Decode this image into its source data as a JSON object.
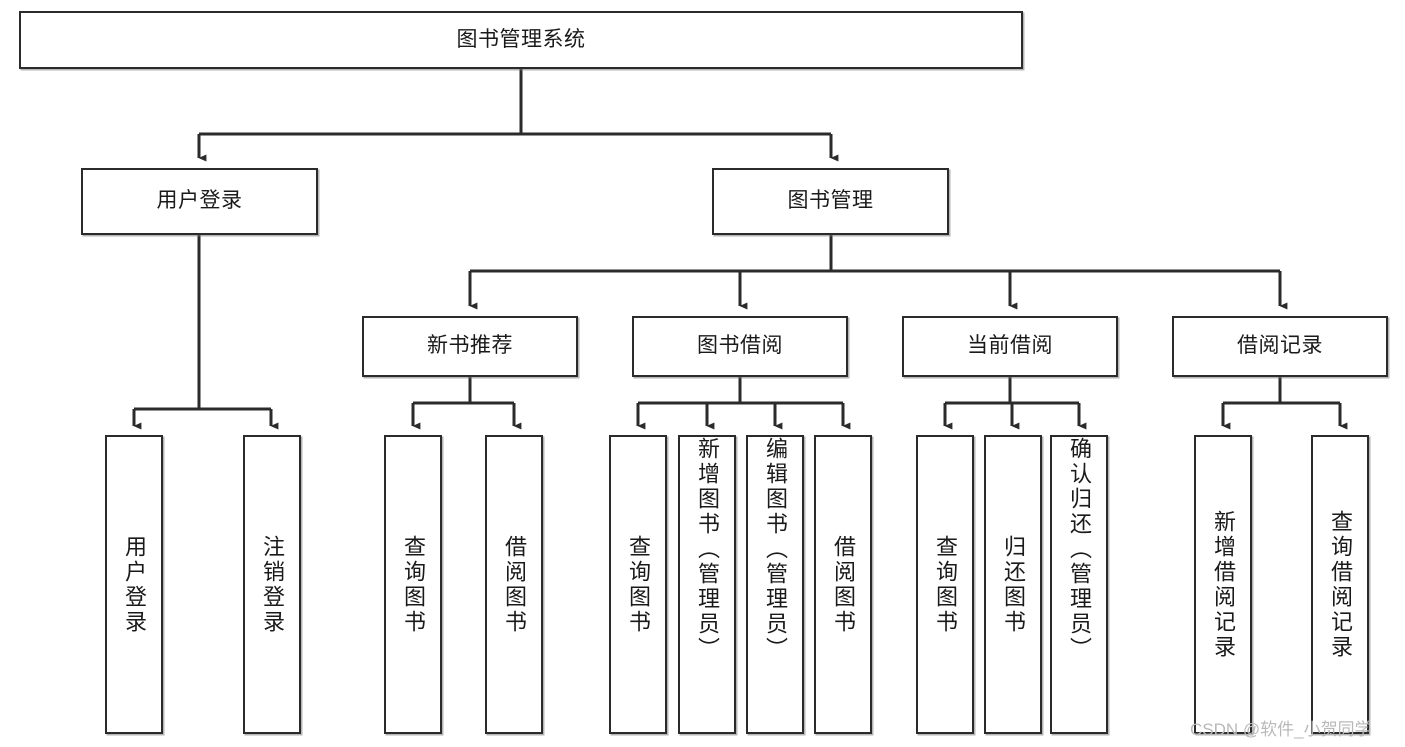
{
  "diagram": {
    "type": "tree",
    "title": "图书管理系统",
    "watermark": "CSDN @软件_小贺同学",
    "colors": {
      "box_border": "#2b2b2b",
      "box_fill": "#ffffff",
      "connector": "#2b2b2b",
      "text": "#1a1a1a",
      "watermark": "#b9b9b9"
    },
    "nodes": {
      "root": {
        "label": "图书管理系统",
        "level": 1,
        "orientation": "horizontal"
      },
      "user_login": {
        "label": "用户登录",
        "level": 2,
        "orientation": "horizontal"
      },
      "book_mgmt": {
        "label": "图书管理",
        "level": 2,
        "orientation": "horizontal"
      },
      "new_book_rec": {
        "label": "新书推荐",
        "level": 3,
        "orientation": "horizontal"
      },
      "book_borrow": {
        "label": "图书借阅",
        "level": 3,
        "orientation": "horizontal"
      },
      "current_borrow": {
        "label": "当前借阅",
        "level": 3,
        "orientation": "horizontal"
      },
      "borrow_record": {
        "label": "借阅记录",
        "level": 3,
        "orientation": "horizontal"
      },
      "leaf_user_login": {
        "label": "用户登录",
        "level": 3,
        "orientation": "vertical"
      },
      "leaf_logout": {
        "label": "注销登录",
        "level": 3,
        "orientation": "vertical"
      },
      "leaf_query_book_a": {
        "label": "查询图书",
        "level": 4,
        "orientation": "vertical"
      },
      "leaf_borrow_book_a": {
        "label": "借阅图书",
        "level": 4,
        "orientation": "vertical"
      },
      "leaf_query_book_b": {
        "label": "查询图书",
        "level": 4,
        "orientation": "vertical"
      },
      "leaf_add_book": {
        "label": "新增图书（管理员）",
        "level": 4,
        "orientation": "vertical"
      },
      "leaf_edit_book": {
        "label": "编辑图书（管理员）",
        "level": 4,
        "orientation": "vertical"
      },
      "leaf_borrow_book_b": {
        "label": "借阅图书",
        "level": 4,
        "orientation": "vertical"
      },
      "leaf_query_book_c": {
        "label": "查询图书",
        "level": 4,
        "orientation": "vertical"
      },
      "leaf_return_book": {
        "label": "归还图书",
        "level": 4,
        "orientation": "vertical"
      },
      "leaf_confirm_return": {
        "label": "确认归还（管理员）",
        "level": 4,
        "orientation": "vertical"
      },
      "leaf_add_record": {
        "label": "新增借阅记录",
        "level": 4,
        "orientation": "vertical"
      },
      "leaf_query_record": {
        "label": "查询借阅记录",
        "level": 4,
        "orientation": "vertical"
      }
    },
    "edges": [
      {
        "from": "root",
        "to": "user_login"
      },
      {
        "from": "root",
        "to": "book_mgmt"
      },
      {
        "from": "user_login",
        "to": "leaf_user_login"
      },
      {
        "from": "user_login",
        "to": "leaf_logout"
      },
      {
        "from": "book_mgmt",
        "to": "new_book_rec"
      },
      {
        "from": "book_mgmt",
        "to": "book_borrow"
      },
      {
        "from": "book_mgmt",
        "to": "current_borrow"
      },
      {
        "from": "book_mgmt",
        "to": "borrow_record"
      },
      {
        "from": "new_book_rec",
        "to": "leaf_query_book_a"
      },
      {
        "from": "new_book_rec",
        "to": "leaf_borrow_book_a"
      },
      {
        "from": "book_borrow",
        "to": "leaf_query_book_b"
      },
      {
        "from": "book_borrow",
        "to": "leaf_add_book"
      },
      {
        "from": "book_borrow",
        "to": "leaf_edit_book"
      },
      {
        "from": "book_borrow",
        "to": "leaf_borrow_book_b"
      },
      {
        "from": "current_borrow",
        "to": "leaf_query_book_c"
      },
      {
        "from": "current_borrow",
        "to": "leaf_return_book"
      },
      {
        "from": "current_borrow",
        "to": "leaf_confirm_return"
      },
      {
        "from": "borrow_record",
        "to": "leaf_add_record"
      },
      {
        "from": "borrow_record",
        "to": "leaf_query_record"
      }
    ]
  }
}
